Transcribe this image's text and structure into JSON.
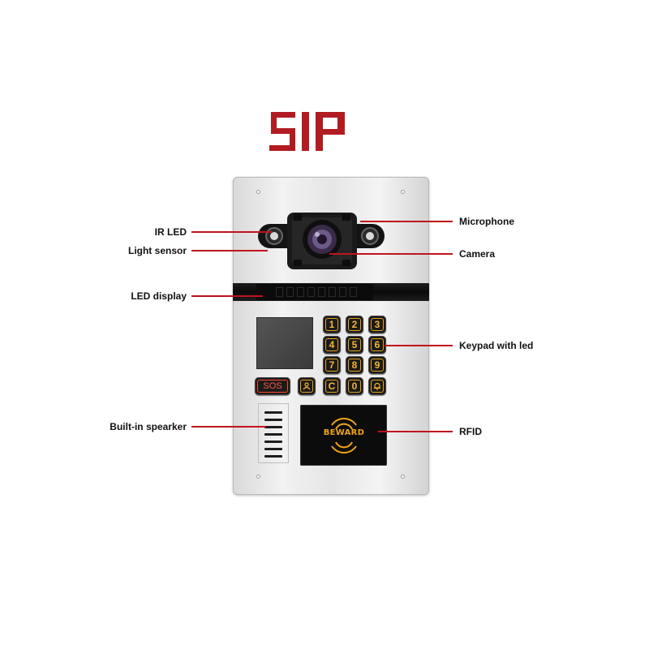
{
  "logo": {
    "text": "SIP",
    "color": "#b11b22"
  },
  "callouts_left": [
    {
      "label": "IR LED"
    },
    {
      "label": "Light sensor"
    },
    {
      "label": "LED display"
    },
    {
      "label": "Built-in spearker"
    }
  ],
  "callouts_right": [
    {
      "label": "Microphone"
    },
    {
      "label": "Camera"
    },
    {
      "label": "Keypad with led"
    },
    {
      "label": "RFID"
    }
  ],
  "keypad": {
    "keys": [
      "1",
      "2",
      "3",
      "4",
      "5",
      "6",
      "7",
      "8",
      "9"
    ],
    "bottom_row": [
      {
        "label": "SOS",
        "icon": "sos"
      },
      {
        "label": "",
        "icon": "concierge-icon"
      },
      {
        "label": "C",
        "icon": "clear"
      },
      {
        "label": "0",
        "icon": "zero"
      },
      {
        "label": "",
        "icon": "bell-icon"
      }
    ]
  },
  "rfid": {
    "brand": "BEWARD"
  },
  "colors": {
    "leader": "#c0141b",
    "key_led": "#f6b530",
    "sos_led": "#ff5a3a",
    "brand": "#f0a417"
  }
}
